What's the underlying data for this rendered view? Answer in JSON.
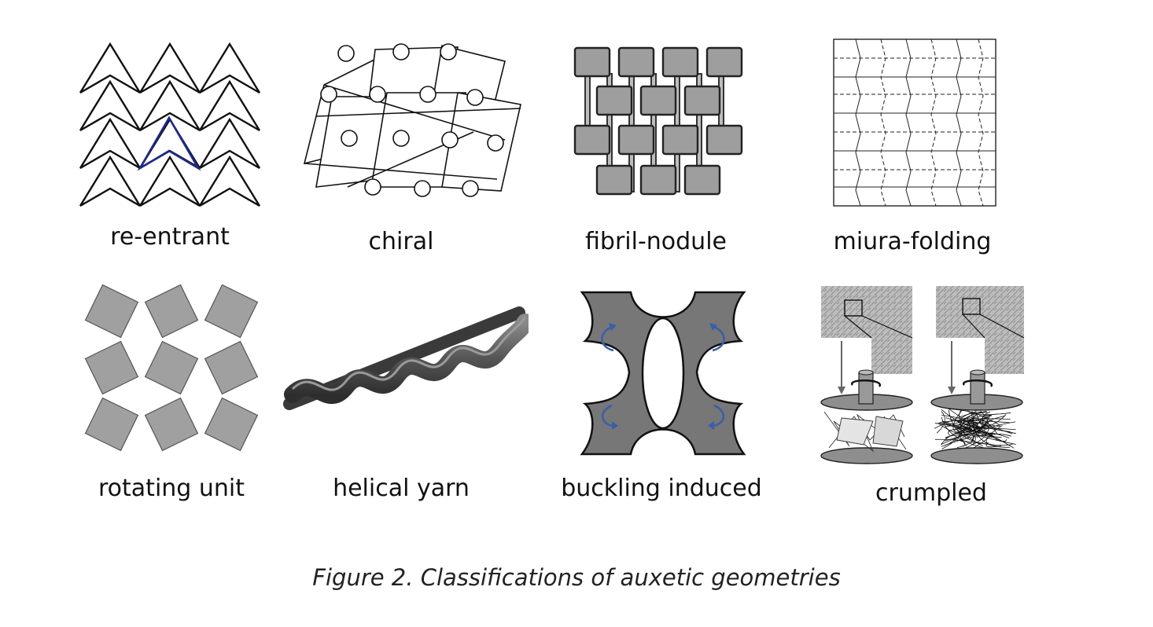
{
  "labels": {
    "reentrant": "re-entrant",
    "chiral": "chiral",
    "fibril": "fibril-nodule",
    "miura": "miura-folding",
    "rotating": "rotating unit",
    "helical": "helical yarn",
    "buckling": "buckling induced",
    "crumpled": "crumpled"
  },
  "caption": "Figure 2. Classifications of auxetic geometries",
  "colors": {
    "highlight": "#1e2a8a",
    "unit_fill": "#a0a0a0",
    "arrow": "#3a5fa8",
    "yarn": "#555555"
  }
}
